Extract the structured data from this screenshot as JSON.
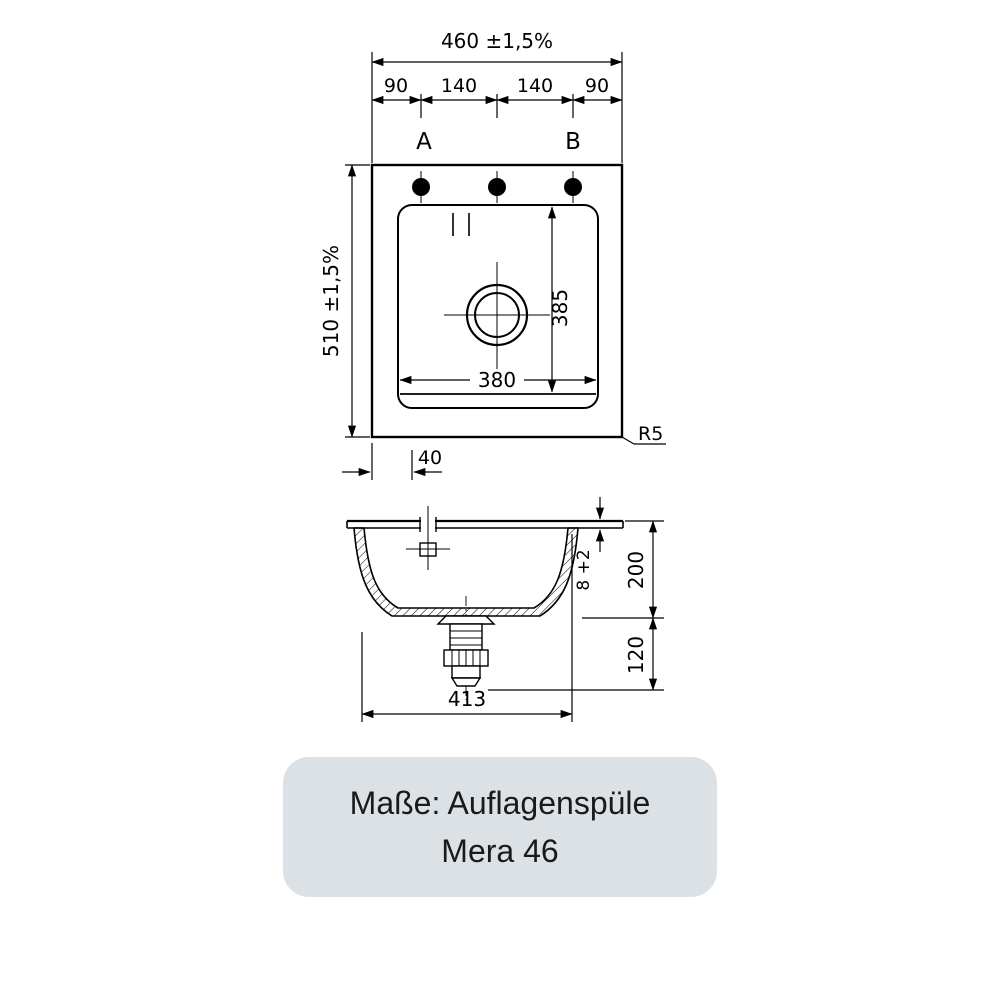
{
  "colors": {
    "background": "#ffffff",
    "line": "#000000",
    "hole_fill": "#000000",
    "caption_bg": "#dce1e6",
    "caption_text": "#1a1a1a"
  },
  "caption": {
    "line1": "Maße: Auflagenspüle",
    "line2": "Mera 46"
  },
  "top_view": {
    "dim_overall_width": "460 ±1,5%",
    "segments": [
      "90",
      "140",
      "140",
      "90"
    ],
    "label_hole_a": "A",
    "label_hole_b": "B",
    "dim_overall_depth": "510 ±1,5%",
    "dim_basin_depth": "385",
    "dim_basin_width": "380",
    "dim_corner_radius": "R5",
    "dim_edge_offset": "40"
  },
  "section_view": {
    "dim_rim_height": "8 +2",
    "dim_bowl_depth": "200",
    "dim_drain_clearance": "120",
    "dim_base_width": "413"
  }
}
